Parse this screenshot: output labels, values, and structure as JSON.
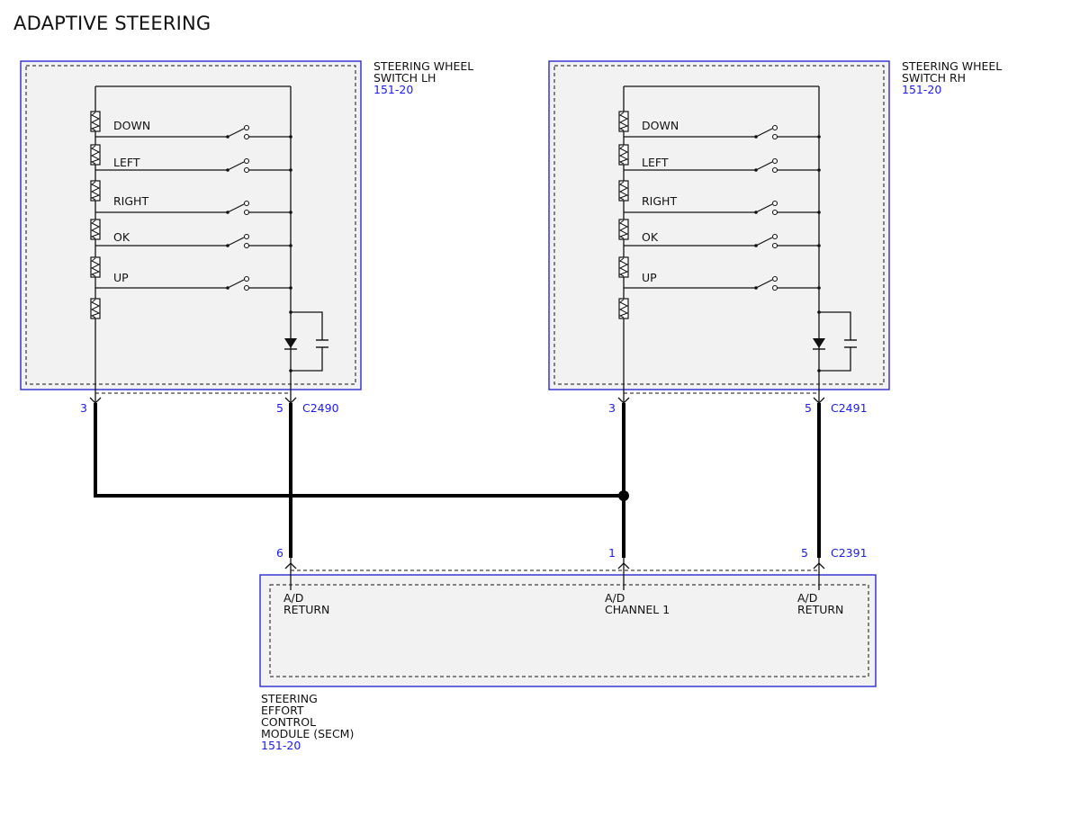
{
  "title": "ADAPTIVE STEERING",
  "colors": {
    "component_border": "#2a2acf",
    "reference_text": "#1a1aff",
    "wire": "#000000",
    "component_fill": "#f2f2f2"
  },
  "switch_lh": {
    "name_line1": "STEERING WHEEL",
    "name_line2": "SWITCH LH",
    "ref": "151-20",
    "buttons": [
      "DOWN",
      "LEFT",
      "RIGHT",
      "OK",
      "UP"
    ],
    "pin_left": "3",
    "pin_right": "5",
    "connector": "C2490"
  },
  "switch_rh": {
    "name_line1": "STEERING WHEEL",
    "name_line2": "SWITCH RH",
    "ref": "151-20",
    "buttons": [
      "DOWN",
      "LEFT",
      "RIGHT",
      "OK",
      "UP"
    ],
    "pin_left": "3",
    "pin_right": "5",
    "connector": "C2491"
  },
  "secm": {
    "name_lines": [
      "STEERING",
      "EFFORT",
      "CONTROL",
      "MODULE (SECM)"
    ],
    "ref": "151-20",
    "connector": "C2391",
    "pins": [
      {
        "pin": "6",
        "line1": "A/D",
        "line2": "RETURN"
      },
      {
        "pin": "1",
        "line1": "A/D",
        "line2": "CHANNEL 1"
      },
      {
        "pin": "5",
        "line1": "A/D",
        "line2": "RETURN"
      }
    ]
  }
}
